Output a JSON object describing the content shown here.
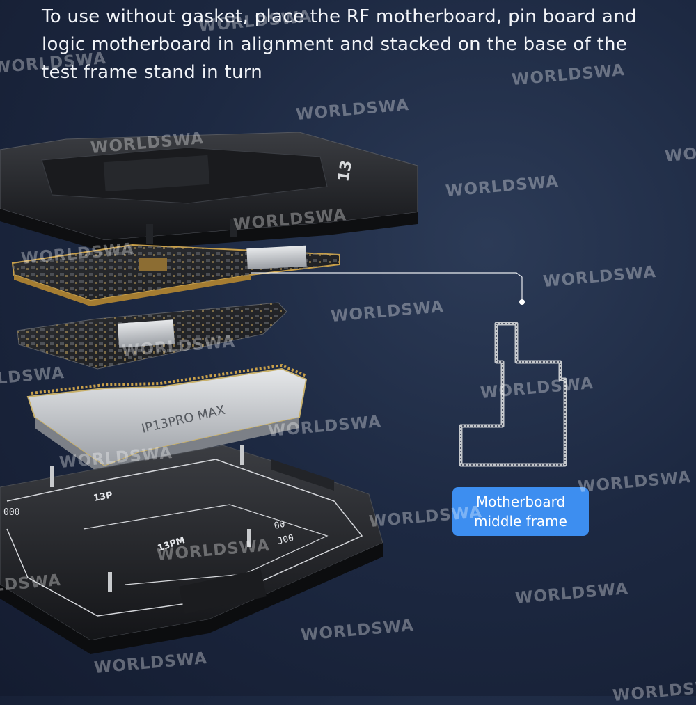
{
  "instruction": "To use without gasket, place the RF motherboard, pin board and logic motherboard in alignment and stacked on the base of the test frame stand in turn",
  "callout": {
    "line1": "Motherboard",
    "line2": "middle frame"
  },
  "top_frame": {
    "brand_mark": "13"
  },
  "pin_board": {
    "model_label": "IP13PRO MAX"
  },
  "base": {
    "label_13p": "13P",
    "label_13pm": "13PM",
    "marks_left": "000",
    "marks_right_1": "00",
    "marks_right_2": "J00"
  },
  "watermark": "WORLDSWA",
  "colors": {
    "background": "#1d2942",
    "callout": "#3d8ef0",
    "text": "#f2f4f8",
    "pcb_gold": "#c9a04a"
  }
}
